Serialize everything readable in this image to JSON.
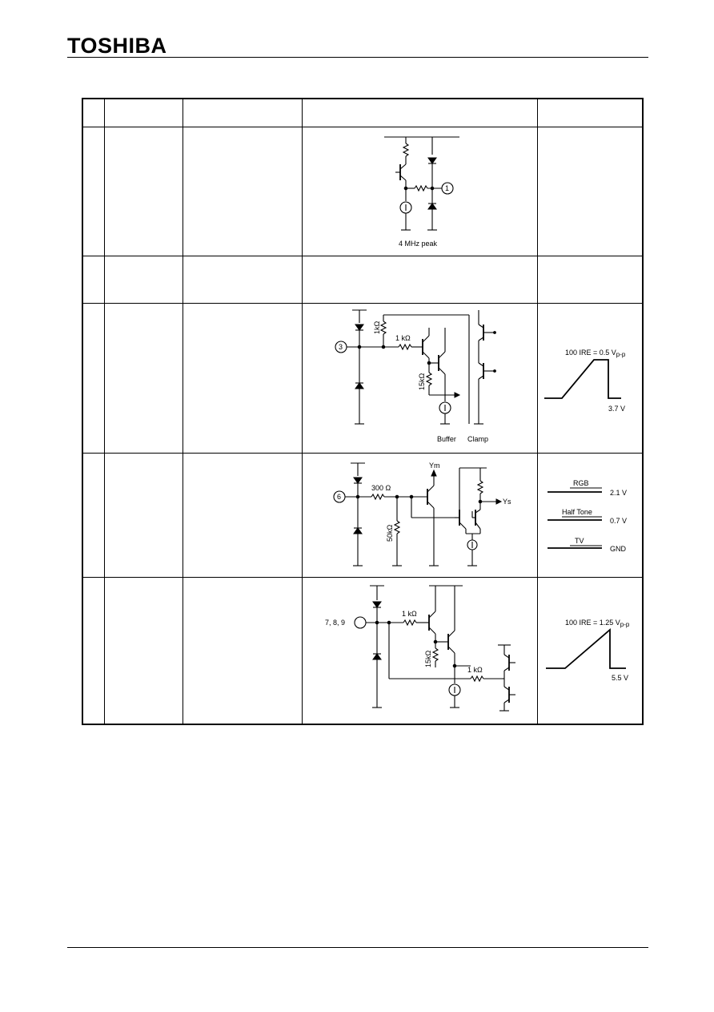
{
  "header": {
    "brand": "TOSHIBA"
  },
  "rows": [
    {
      "circuit_labels": {
        "pin": "1",
        "caption": "4 MHz peak"
      }
    },
    {},
    {
      "circuit_labels": {
        "pin": "3",
        "r1": "1kΩ",
        "r2": "1 kΩ",
        "r3": "15kΩ",
        "buffer": "Buffer",
        "clamp": "Clamp"
      },
      "wave_labels": {
        "amp": "100 IRE = 0.5 V",
        "amp_sub": "p-p",
        "level": "3.7 V"
      }
    },
    {
      "circuit_labels": {
        "pin": "6",
        "r1": "300 Ω",
        "r2": "50kΩ",
        "ym": "Ym",
        "ys": "Ys"
      },
      "wave_labels": {
        "rgb": "RGB",
        "rgb_v": "2.1 V",
        "half": "Half Tone",
        "half_v": "0.7 V",
        "tv": "TV",
        "tv_v": "GND"
      }
    },
    {
      "circuit_labels": {
        "pin": "7, 8, 9",
        "r1": "1 kΩ",
        "r2": "15kΩ",
        "r3": "1 kΩ"
      },
      "wave_labels": {
        "amp": "100 IRE = 1.25 V",
        "amp_sub": "p-p",
        "level": "5.5 V"
      }
    }
  ]
}
